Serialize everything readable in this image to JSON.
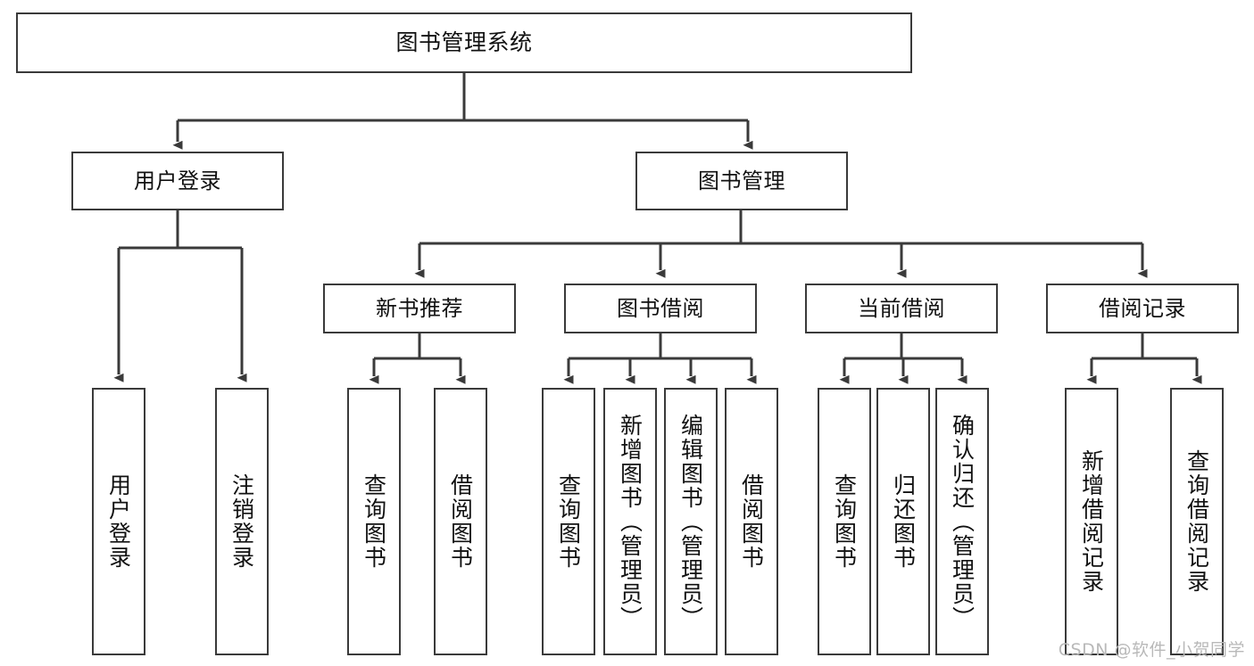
{
  "diagram": {
    "title": "图书管理系统",
    "watermark": "CSDN @软件_小贺同学",
    "stroke_color": "#3a3a3a",
    "text_color": "#111111",
    "background_color": "#ffffff",
    "nodes": {
      "root": {
        "label": "图书管理系统"
      },
      "level2": [
        {
          "id": "user-login",
          "label": "用户登录"
        },
        {
          "id": "book-management",
          "label": "图书管理"
        }
      ],
      "level3": [
        {
          "id": "new-book-recommend",
          "label": "新书推荐"
        },
        {
          "id": "book-borrow",
          "label": "图书借阅"
        },
        {
          "id": "current-borrow",
          "label": "当前借阅"
        },
        {
          "id": "borrow-record",
          "label": "借阅记录"
        }
      ],
      "leaves": {
        "user_login": [
          {
            "id": "leaf-user-login",
            "label": "用户登录"
          },
          {
            "id": "leaf-logout-login",
            "label": "注销登录"
          }
        ],
        "new_book_recommend": [
          {
            "id": "leaf-query-book-1",
            "label": "查询图书"
          },
          {
            "id": "leaf-borrow-book-1",
            "label": "借阅图书"
          }
        ],
        "book_borrow": [
          {
            "id": "leaf-query-book-2",
            "label": "查询图书"
          },
          {
            "id": "leaf-add-book",
            "label": "新增图书（管理员）"
          },
          {
            "id": "leaf-edit-book",
            "label": "编辑图书（管理员）"
          },
          {
            "id": "leaf-borrow-book-2",
            "label": "借阅图书"
          }
        ],
        "current_borrow": [
          {
            "id": "leaf-query-book-3",
            "label": "查询图书"
          },
          {
            "id": "leaf-return-book",
            "label": "归还图书"
          },
          {
            "id": "leaf-confirm-return",
            "label": "确认归还（管理员）"
          }
        ],
        "borrow_record": [
          {
            "id": "leaf-add-record",
            "label": "新增借阅记录"
          },
          {
            "id": "leaf-query-record",
            "label": "查询借阅记录"
          }
        ]
      }
    }
  }
}
